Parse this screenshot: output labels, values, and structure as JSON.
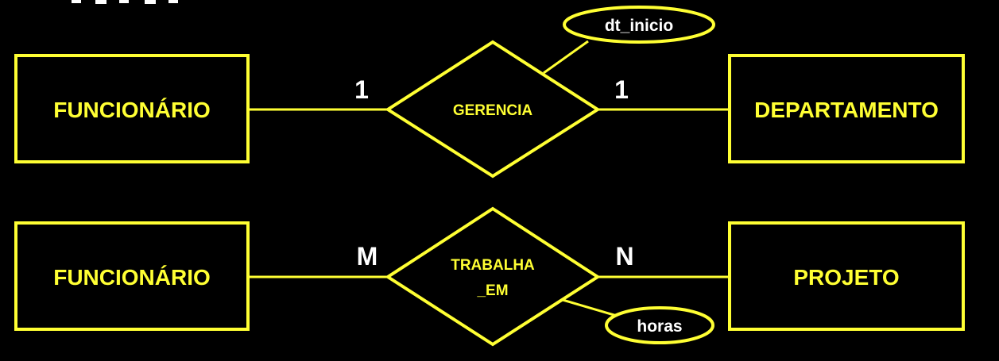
{
  "colors": {
    "background": "#000000",
    "shape_stroke": "#ffff33",
    "entity_text": "#ffff33",
    "cardinality_text": "#ffffff",
    "attribute_text": "#ffffff"
  },
  "top_relationship": {
    "left_entity": "FUNCIONÁRIO",
    "relationship": [
      "GERENCIA"
    ],
    "right_entity": "DEPARTAMENTO",
    "left_cardinality": "1",
    "right_cardinality": "1",
    "attribute": "dt_inicio"
  },
  "bottom_relationship": {
    "left_entity": "FUNCIONÁRIO",
    "relationship": [
      "TRABALHA",
      "_EM"
    ],
    "right_entity": "PROJETO",
    "left_cardinality": "M",
    "right_cardinality": "N",
    "attribute": "horas"
  }
}
